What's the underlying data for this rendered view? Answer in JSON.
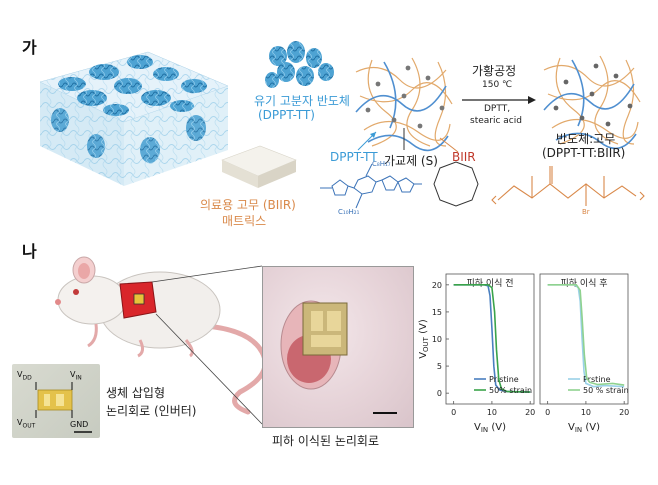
{
  "panel_a": {
    "label": "가",
    "semiconductor_label": "유기 고분자 반도체",
    "semiconductor_abbr": "(DPPT-TT)",
    "rubber_label": "의료용 고무 (BIIR)",
    "rubber_label2": "매트릭스",
    "dppt_label": "DPPT-TT",
    "crosslinker_label": "가교제 (S)",
    "biir_label": "BIIR",
    "process_label": "가황공정",
    "process_temp": "150 ℃",
    "process_agent1": "DPTT,",
    "process_agent2": "stearic acid",
    "product_label": "반도체:고무",
    "product_abbr": "(DPPT-TT:BIIR)",
    "chem_c8": "C₈H₁₇",
    "chem_c10": "C₁₀H₂₁",
    "chem_s": "S",
    "chem_br": "Br"
  },
  "panel_b": {
    "label": "나",
    "device_label1": "생체 삽입형",
    "device_label2": "논리회로 (인버터)",
    "implant_caption": "피하 이식된 논리회로",
    "pin_vdd": "V",
    "pin_vdd_sub": "DD",
    "pin_vin": "V",
    "pin_vin_sub": "IN",
    "pin_vout": "V",
    "pin_vout_sub": "OUT",
    "pin_gnd": "GND"
  },
  "chart_data": [
    {
      "type": "line",
      "title": "피하 이식 전",
      "xlabel": "V",
      "xlabel_sub": "IN",
      "xlabel_unit": " (V)",
      "ylabel": "V",
      "ylabel_sub": "OUT",
      "ylabel_unit": " (V)",
      "xlim": [
        -2,
        21
      ],
      "ylim": [
        -2,
        22
      ],
      "xticks": [
        "0",
        "10",
        "20"
      ],
      "yticks": [
        "0",
        "5",
        "10",
        "15",
        "20"
      ],
      "legend_position": "bottom-right",
      "series": [
        {
          "name": "Pristine",
          "color": "#4a7fc0",
          "x": [
            0,
            8,
            9,
            9.5,
            10,
            10.5,
            11,
            12,
            14,
            20
          ],
          "y": [
            20,
            20,
            19.8,
            18,
            12,
            5,
            1.5,
            0.6,
            0.3,
            0.2
          ]
        },
        {
          "name": "50% strain",
          "color": "#3aa34a",
          "x": [
            0,
            9,
            10,
            10.7,
            11.2,
            11.8,
            12.5,
            14,
            20
          ],
          "y": [
            20,
            20,
            19.5,
            15,
            8,
            2.5,
            0.8,
            0.3,
            0.2
          ]
        }
      ]
    },
    {
      "type": "line",
      "title": "피하 이식 후",
      "xlabel": "V",
      "xlabel_sub": "IN",
      "xlabel_unit": " (V)",
      "xlim": [
        -2,
        21
      ],
      "ylim": [
        -2,
        22
      ],
      "xticks": [
        "0",
        "10",
        "20"
      ],
      "legend_position": "bottom-right",
      "series": [
        {
          "name": "Prstine",
          "color": "#9ad1e8",
          "x": [
            0,
            7,
            8,
            8.5,
            9,
            9.5,
            10,
            12,
            15,
            20
          ],
          "y": [
            20,
            20,
            19.5,
            17,
            10,
            4,
            1.8,
            1.2,
            1.4,
            1.2
          ]
        },
        {
          "name": "50 % strain",
          "color": "#8fd28f",
          "x": [
            0,
            7.5,
            8.5,
            9,
            9.6,
            10.2,
            11,
            13,
            17,
            20
          ],
          "y": [
            20,
            20,
            19,
            14,
            7,
            2.8,
            2.0,
            1.6,
            1.8,
            1.5
          ]
        }
      ]
    }
  ]
}
